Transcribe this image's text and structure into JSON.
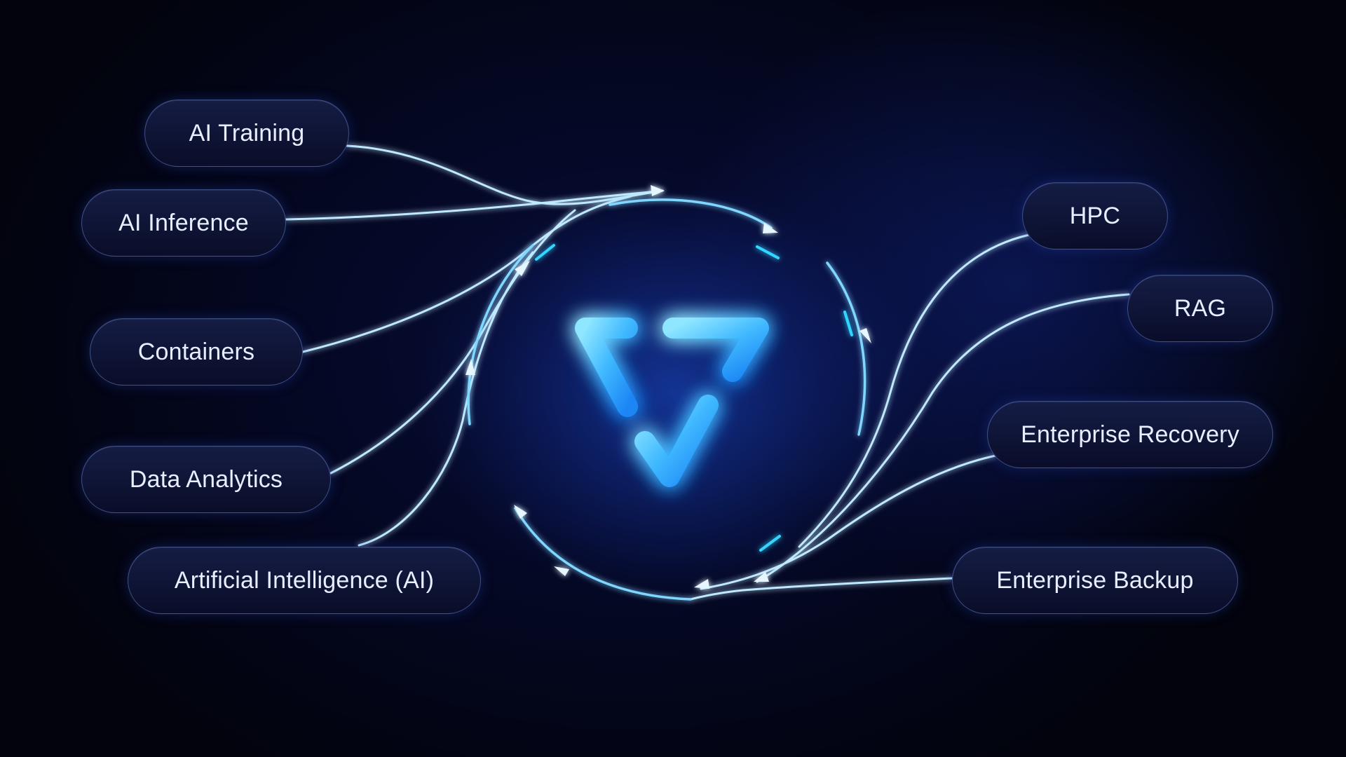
{
  "diagram": {
    "left_nodes": [
      {
        "id": "ai-training",
        "label": "AI Training"
      },
      {
        "id": "ai-inference",
        "label": "AI Inference"
      },
      {
        "id": "containers",
        "label": "Containers"
      },
      {
        "id": "data-analytics",
        "label": "Data Analytics"
      },
      {
        "id": "artificial-intelligence",
        "label": "Artificial Intelligence (AI)"
      }
    ],
    "right_nodes": [
      {
        "id": "hpc",
        "label": "HPC"
      },
      {
        "id": "rag",
        "label": "RAG"
      },
      {
        "id": "enterprise-recovery",
        "label": "Enterprise Recovery"
      },
      {
        "id": "enterprise-backup",
        "label": "Enterprise Backup"
      }
    ],
    "center_logo": "triangle-chevron-logo-icon",
    "colors": {
      "background": "#02030a",
      "accent": "#4fd2ff",
      "glow": "#1f6bff",
      "pill_text": "#e8eeff",
      "pill_border": "#7896e6"
    }
  }
}
